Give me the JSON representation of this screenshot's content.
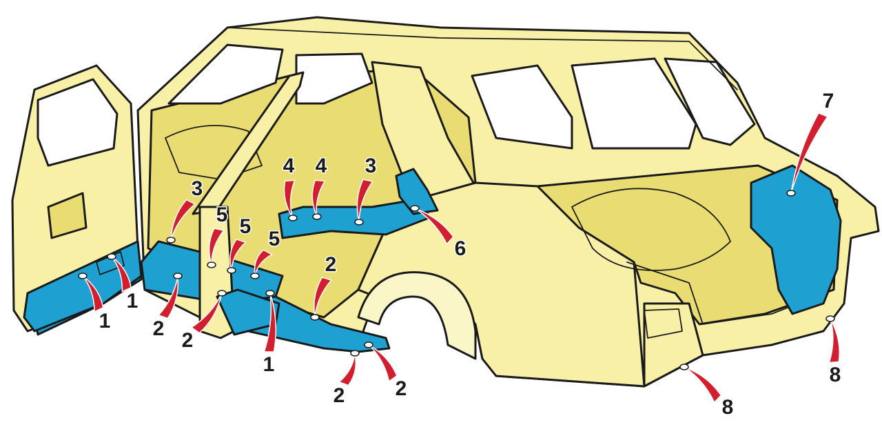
{
  "colors": {
    "body": "#f8f0a6",
    "interior": "#e8dc72",
    "coating": "#1ea0d0",
    "callout": "#d21f2f",
    "outline": "#1a1a1a"
  },
  "callouts": [
    {
      "id": "c1a",
      "label": "1"
    },
    {
      "id": "c1b",
      "label": "1"
    },
    {
      "id": "c1c",
      "label": "1"
    },
    {
      "id": "c2a",
      "label": "2"
    },
    {
      "id": "c2b",
      "label": "2"
    },
    {
      "id": "c2c",
      "label": "2"
    },
    {
      "id": "c2d",
      "label": "2"
    },
    {
      "id": "c2e",
      "label": "2"
    },
    {
      "id": "c3a",
      "label": "3"
    },
    {
      "id": "c3b",
      "label": "3"
    },
    {
      "id": "c4a",
      "label": "4"
    },
    {
      "id": "c4b",
      "label": "4"
    },
    {
      "id": "c5a",
      "label": "5"
    },
    {
      "id": "c5b",
      "label": "5"
    },
    {
      "id": "c5c",
      "label": "5"
    },
    {
      "id": "c6",
      "label": "6"
    },
    {
      "id": "c7",
      "label": "7"
    },
    {
      "id": "c8a",
      "label": "8"
    },
    {
      "id": "c8b",
      "label": "8"
    }
  ]
}
